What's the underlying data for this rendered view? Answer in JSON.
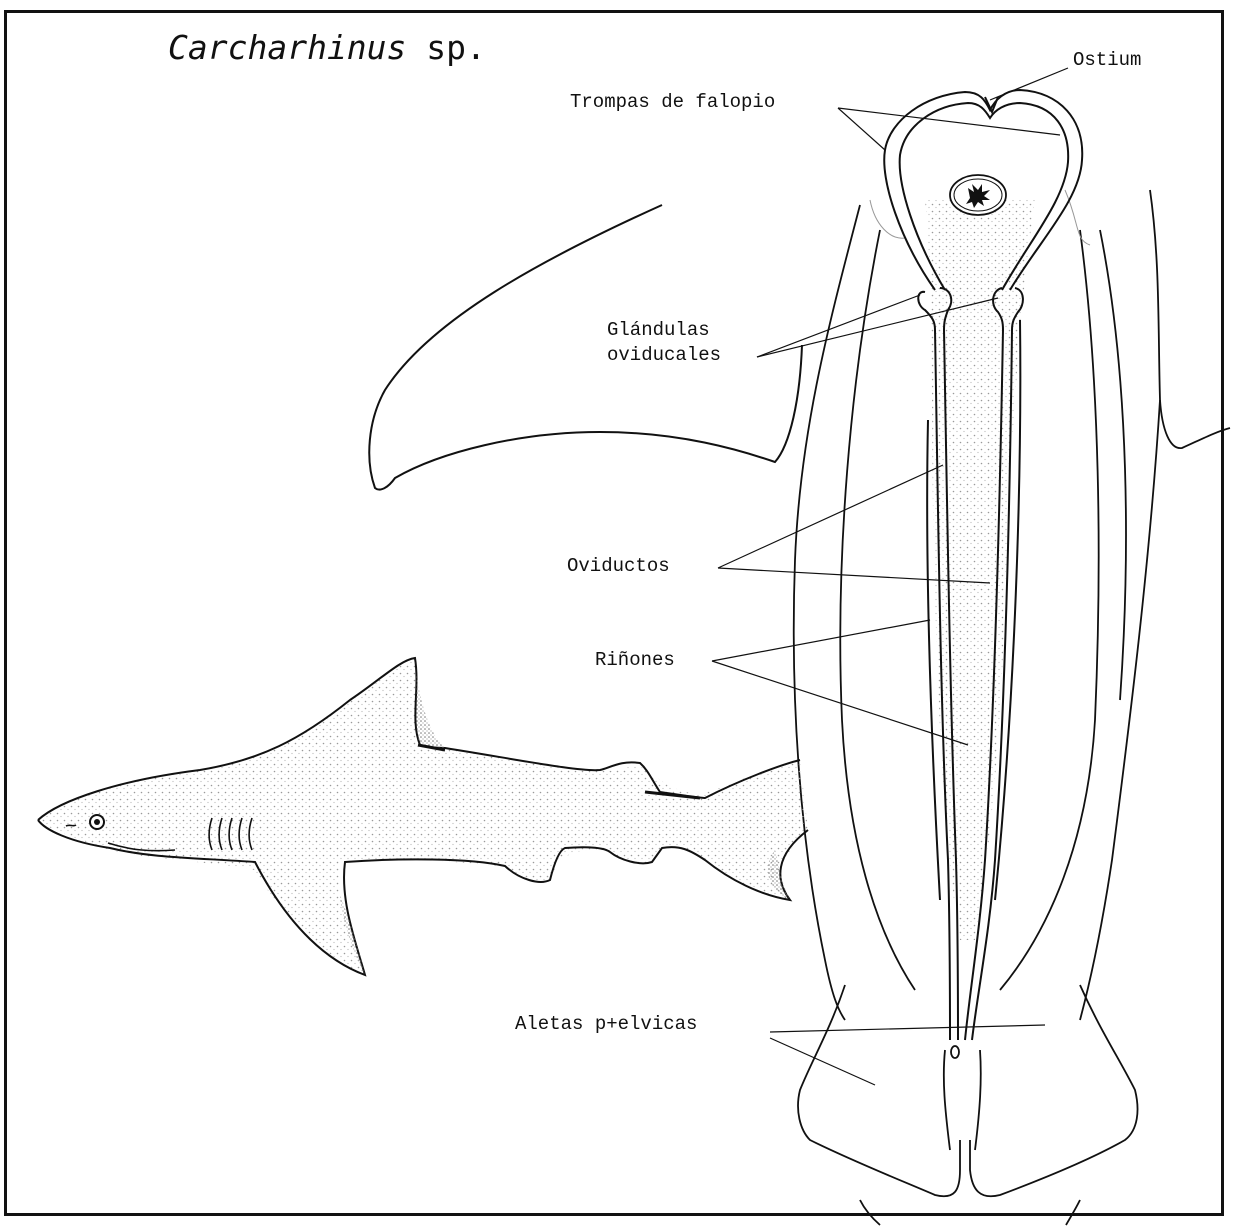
{
  "title": {
    "genus": "Carcharhinus",
    "species": "sp."
  },
  "labels": {
    "ostium": "Ostium",
    "trompas": "Trompas de falopio",
    "glandulas_line1": "Glándulas",
    "glandulas_line2": "oviducales",
    "oviductos": "Oviductos",
    "rinones": "Riñones",
    "aletas": "Aletas p+elvicas"
  },
  "colors": {
    "ink": "#111111",
    "stipple": "#bdbdbd",
    "background": "#ffffff"
  }
}
